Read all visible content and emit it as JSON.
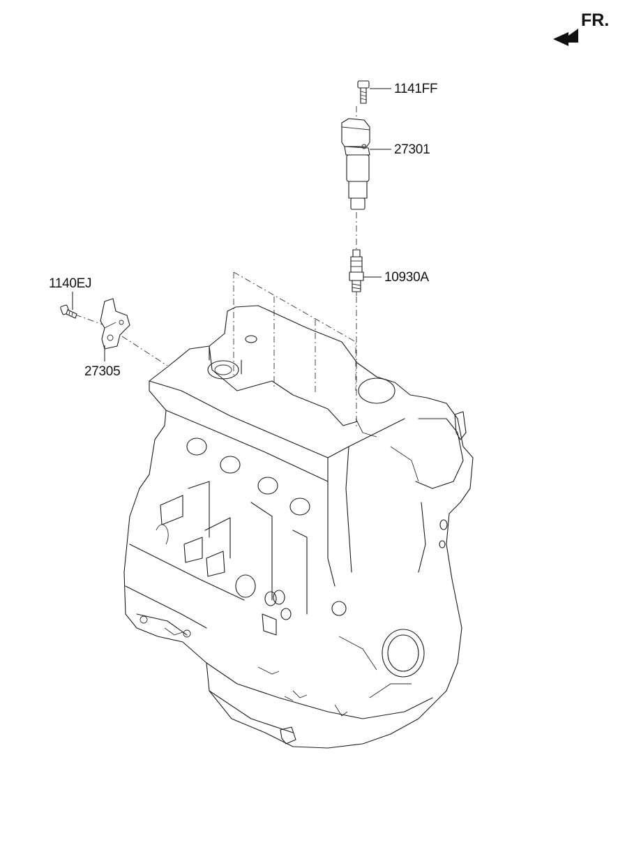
{
  "direction": {
    "label": "FR.",
    "arrow_icon": "front-direction-arrow-icon"
  },
  "parts": [
    {
      "number": "1141FF"
    },
    {
      "number": "27301"
    },
    {
      "number": "10930A"
    },
    {
      "number": "1140EJ"
    },
    {
      "number": "27305"
    }
  ],
  "colors": {
    "line": "#1a1a1a",
    "background": "#ffffff"
  }
}
